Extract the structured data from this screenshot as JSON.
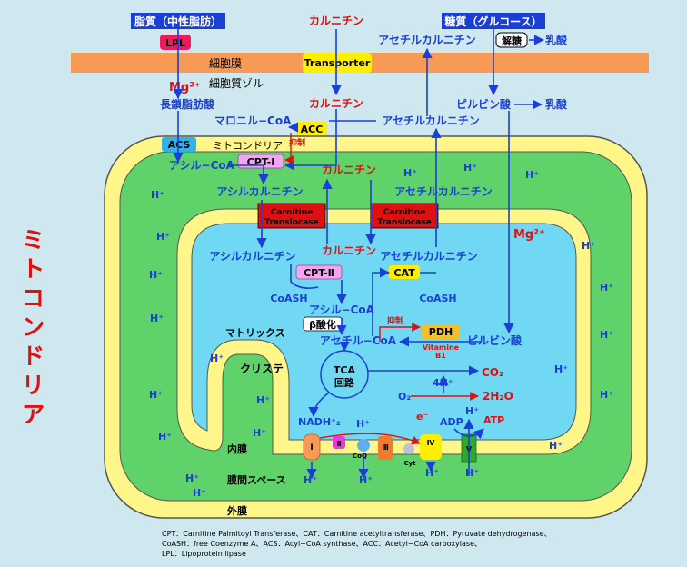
{
  "side_label": "ミトコンドリア",
  "top": {
    "fat": "脂質（中性脂肪）",
    "carnitine_top": "カルニチン",
    "sugar": "糖質（グルコース）",
    "lpl": "LPL",
    "acetylcarnitine_out": "アセチルカルニチン",
    "glycolysis": "解糖",
    "lactate_top": "乳酸",
    "membrane": "細胞膜",
    "transporter": "Transporter",
    "cytosol": "細胞質ゾル"
  },
  "cytosol": {
    "mg_left": "Mg²⁺",
    "long_chain": "長鎖脂肪酸",
    "carnitine": "カルニチン",
    "pyruvate": "ピルビン酸",
    "lactate": "乳酸",
    "malonyl": "マロニル−CoA",
    "acc": "ACC",
    "acetylcarnitine": "アセチルカルニチン",
    "acs": "ACS",
    "mito_label": "ミトコンドリア",
    "inhibit1": "抑制",
    "acyl_coa": "アシル−CoA",
    "cpt1": "CPT-Ⅰ",
    "carnitine2": "カルニチン"
  },
  "intermembrane": {
    "acylcarnitine": "アシルカルニチン",
    "acetylcarnitine": "アセチルカルニチン",
    "mg_right": "Mg²⁺"
  },
  "translocase": [
    "Carnitine",
    "Translocase"
  ],
  "matrix": {
    "acylcarnitine": "アシルカルニチン",
    "carnitine": "カルニチン",
    "acetylcarnitine": "アセチルカルニチン",
    "cpt2": "CPT-Ⅱ",
    "cat": "CAT",
    "coash_left": "CoASH",
    "coash_right": "CoASH",
    "acyl_coa": "アシル−CoA",
    "beta_ox": "β酸化",
    "matrix_label": "マトリックス",
    "inhibit2": "抑制",
    "pdh": "PDH",
    "vitamin1": "Vitamine",
    "vitamin2": "B1",
    "acetyl_coa": "アセチル−CoA",
    "pyruvate": "ピルビン酸",
    "tca1": "TCA",
    "tca2": "回路",
    "co2": "CO₂",
    "h4": "4H⁺",
    "o2": "O₂",
    "h2o": "2H₂O",
    "cristae": "クリステ",
    "nadh": "NADH⁺₂",
    "eminus": "e⁻",
    "adp": "ADP",
    "atp": "ATP"
  },
  "complexes": [
    "Ⅰ",
    "Ⅱ",
    "CoQ",
    "Ⅲ",
    "Cyt",
    "Ⅳ",
    "Ⅴ"
  ],
  "membranes": {
    "inner": "内膜",
    "space": "膜間スペース",
    "outer": "外膜"
  },
  "hplus": "H⁺",
  "footnote": [
    "CPT：Carnitine Palmitoyl Transferase、CAT：Carnitine acetyltransferase、PDH：Pyruvate dehydrogenase、",
    "CoASH：free Coenzyme A、ACS：Acyl−CoA synthase、ACC：Acetyl−CoA carboxylase、",
    "LPL：Lipoprotein lipase"
  ],
  "colors": {
    "background": "#cfe8ef",
    "membrane_band": "#f79a56",
    "outer_membrane": "#fff68a",
    "intermembrane": "#5fd26a",
    "matrix": "#70d8f2",
    "arrow_blue": "#1a3fd6",
    "red": "#e01010"
  }
}
